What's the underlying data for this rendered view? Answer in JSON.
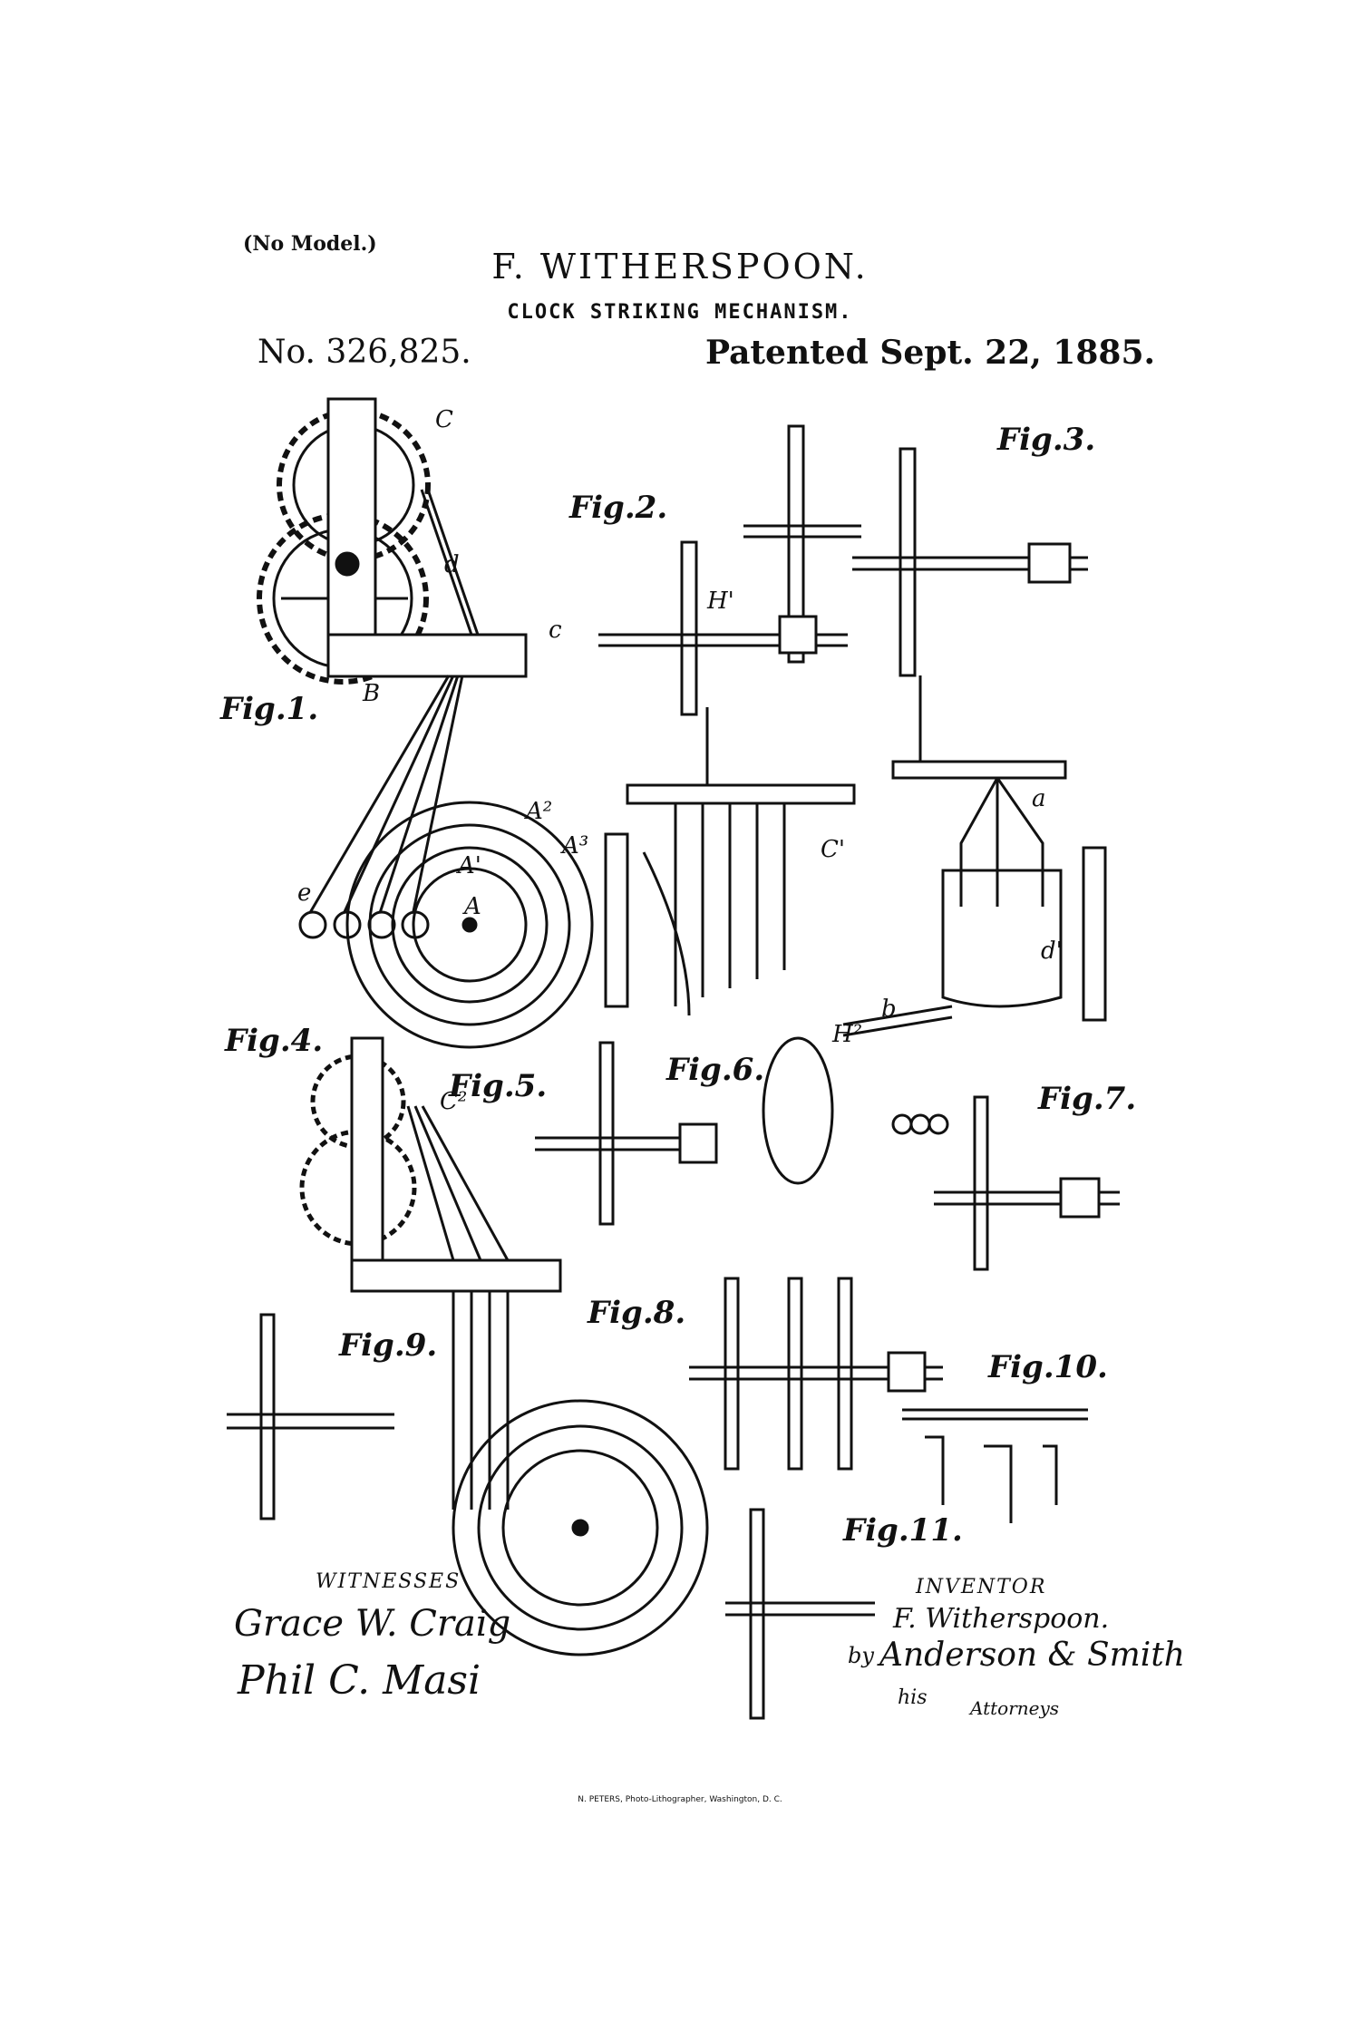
{
  "header": {
    "model_note": "(No Model.)",
    "inventor_name": "F. WITHERSPOON.",
    "title": "CLOCK STRIKING MECHANISM.",
    "patent_number": "No. 326,825.",
    "patent_date": "Patented Sept. 22, 1885."
  },
  "figures": {
    "fig1": "Fig.1.",
    "fig2": "Fig.2.",
    "fig3": "Fig.3.",
    "fig4": "Fig.4.",
    "fig5": "Fig.5.",
    "fig6": "Fig.6.",
    "fig7": "Fig.7.",
    "fig8": "Fig.8.",
    "fig9": "Fig.9.",
    "fig10": "Fig.10.",
    "fig11": "Fig.11."
  },
  "reference_letters": {
    "C": "C",
    "c": "c",
    "d": "d",
    "B": "B",
    "e": "e",
    "A": "A",
    "A1": "A'",
    "A2": "A²",
    "A3": "A³",
    "H1": "H'",
    "H2": "H²",
    "C1": "C'",
    "C2": "C²",
    "a": "a",
    "b": "b",
    "d1": "d'"
  },
  "signatures": {
    "witnesses_caption": "WITNESSES",
    "witness_1": "Grace W. Craig",
    "witness_2": "Phil C. Masi",
    "inventor_caption": "INVENTOR",
    "inventor_signature": "F. Witherspoon.",
    "by": "by",
    "attorneys_signature": "Anderson & Smith",
    "his": "his",
    "attorneys_caption": "Attorneys"
  },
  "footer": {
    "lithographer": "N. PETERS, Photo-Lithographer, Washington, D. C."
  }
}
